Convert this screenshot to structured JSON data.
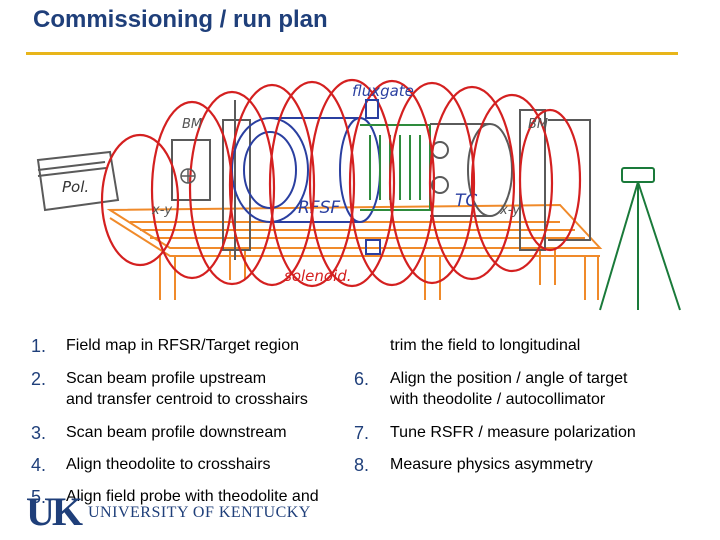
{
  "slide": {
    "title": "Commissioning / run plan"
  },
  "sketch": {
    "labels": {
      "pol": "Pol.",
      "rfsf": "RFSF",
      "tc": "TC",
      "bm_left": "BM",
      "bm_right": "BM",
      "fluxgate": "fluxgate",
      "solenoid": "solenoid.",
      "xy_left": "x-y",
      "xy_right": "x-y"
    },
    "colors": {
      "solenoid_loops": "#d42020",
      "table": "#f08a2a",
      "rfsf": "#2a3fa0",
      "tc": "#2e8b3c",
      "tripod": "#1a7a3a",
      "frame": "#5a5a5a"
    }
  },
  "steps": {
    "left": [
      {
        "num": "1.",
        "text": "Field map in RFSR/Target region"
      },
      {
        "num": "2.",
        "text": "Scan beam profile upstream",
        "text2": "and transfer centroid to crosshairs"
      },
      {
        "num": "3.",
        "text": "Scan beam profile downstream"
      },
      {
        "num": "4.",
        "text": "Align theodolite to crosshairs"
      },
      {
        "num": "5.",
        "text": "Align field probe with theodolite and"
      }
    ],
    "right": [
      {
        "num": "",
        "text": "trim the field to longitudinal"
      },
      {
        "num": "6.",
        "text": "Align the position / angle of target",
        "text2": "with theodolite / autocollimator"
      },
      {
        "num": "7.",
        "text": "Tune RSFR / measure polarization"
      },
      {
        "num": "8.",
        "text": "Measure physics asymmetry"
      }
    ]
  },
  "logo": {
    "mark": "UK",
    "name": "UNIVERSITY OF KENTUCKY"
  }
}
